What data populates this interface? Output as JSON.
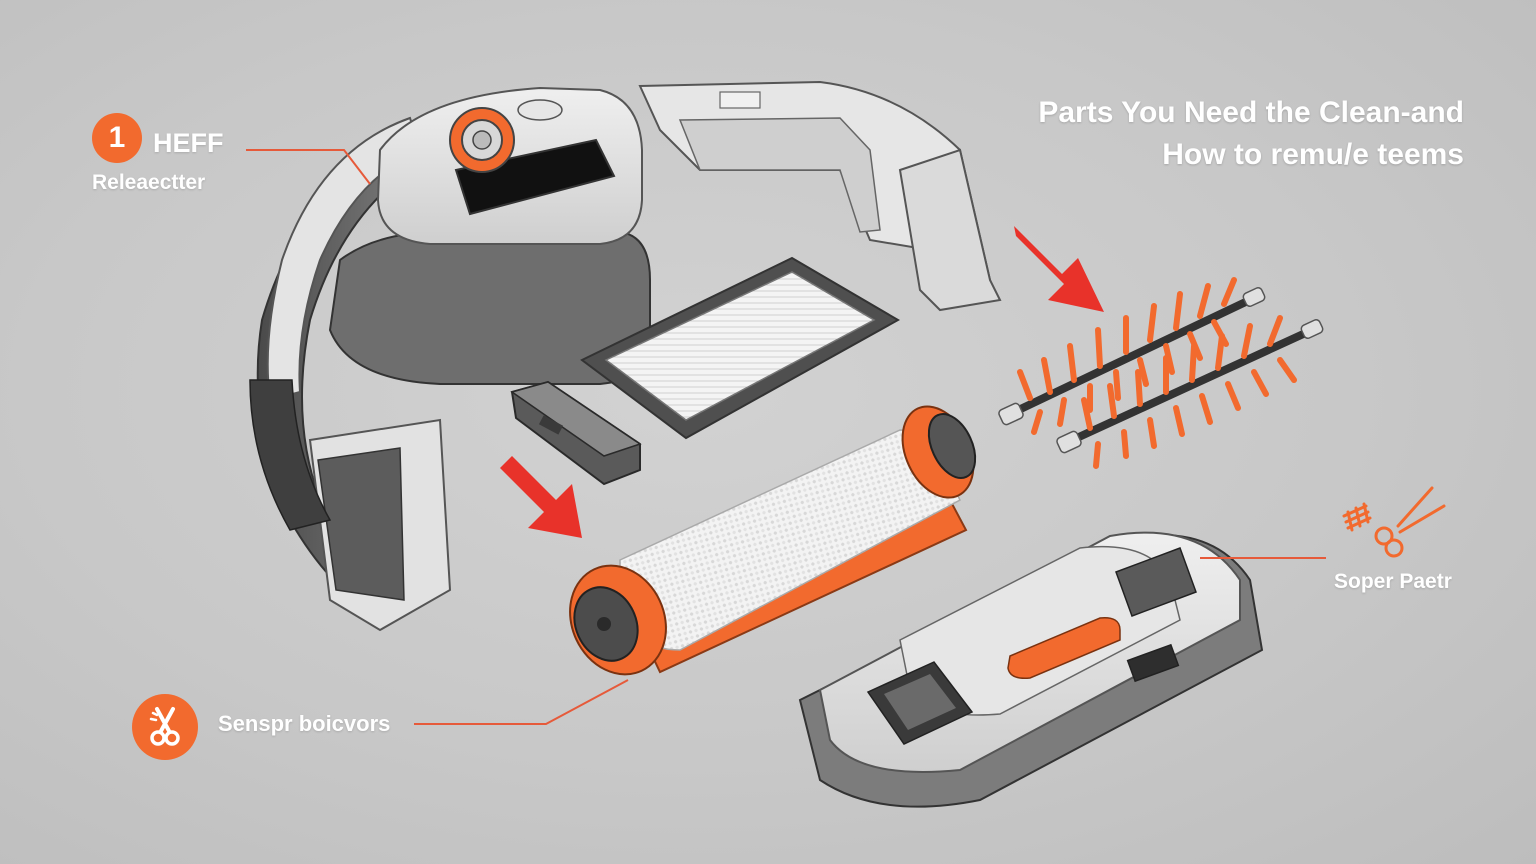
{
  "title": {
    "line1": "Parts You Need the Clean-and",
    "line2": "How to remu/e teems"
  },
  "callouts": {
    "top_left": {
      "number": "1",
      "heading": "HEFF",
      "subheading": "Releaectter"
    },
    "bottom_left": {
      "icon": "scissors-icon",
      "label": "Senspr boicvors"
    },
    "right": {
      "icon": "scissors-brush-icon",
      "label": "Soper Paetr"
    }
  },
  "colors": {
    "accent": "#f26a2e",
    "arrow": "#e8322a",
    "leader_line": "#e65a3a",
    "body_gray": "#dcdcdc",
    "dark_gray": "#5a5a5a",
    "background": "#c9c9c9"
  }
}
